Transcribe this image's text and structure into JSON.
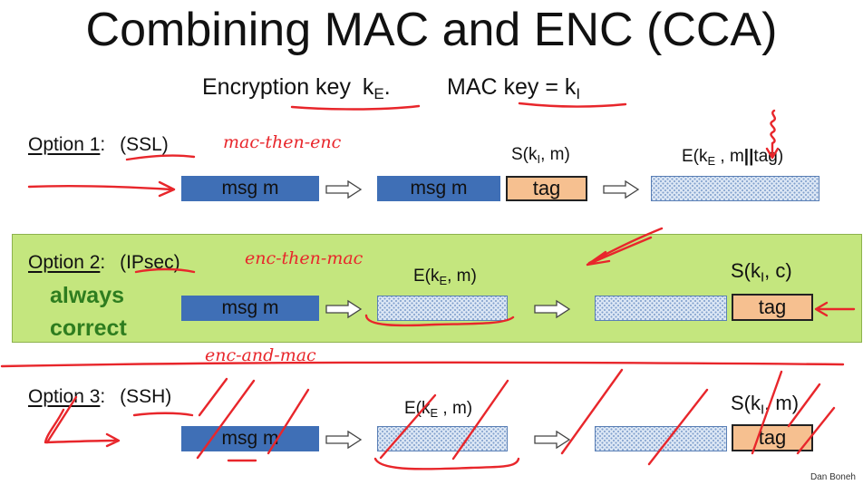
{
  "title": "Combining MAC and ENC   (CCA)",
  "keys": {
    "enc_text": "Encryption key",
    "enc_sym": "k",
    "enc_sub": "E",
    "enc_dot": ".",
    "mac_text": "MAC key = k",
    "mac_sub": "I"
  },
  "option1": {
    "label": "Option 1",
    "colon": ":",
    "proto": "(SSL)",
    "msg": "msg  m",
    "tag": "tag",
    "sig_pre": "S(k",
    "sig_sub": "I",
    "sig_post": ", m)",
    "enc_pre": "E(k",
    "enc_sub": "E",
    "enc_post": " , m",
    "enc_bars": "||",
    "enc_end": "tag)",
    "handwriting": "mac-then-enc"
  },
  "option2": {
    "label": "Option 2",
    "colon": ":",
    "proto": "(IPsec)",
    "note_line1": "always",
    "note_line2": "correct",
    "msg": "msg  m",
    "tag": "tag",
    "enc_pre": "E(k",
    "enc_sub": "E",
    "enc_post": ", m)",
    "sig_pre": "S(k",
    "sig_sub": "I",
    "sig_post": ", c)",
    "handwriting": "enc-then-mac"
  },
  "option3": {
    "label": "Option 3",
    "colon": ":",
    "proto": "(SSH)",
    "msg": "msg  m",
    "tag": "tag",
    "enc_pre": "E(k",
    "enc_sub": "E",
    "enc_post": " , m)",
    "sig_pre": "S(k",
    "sig_sub": "I",
    "sig_post": ", m)",
    "handwriting": "enc-and-mac"
  },
  "credit": "Dan Boneh",
  "colors": {
    "msg_box": "#3f6fb6",
    "tag_box": "#f6c090",
    "green_band": "#c4e67e",
    "always_correct_text": "#2e7d1f",
    "ink": "#e8262b"
  }
}
